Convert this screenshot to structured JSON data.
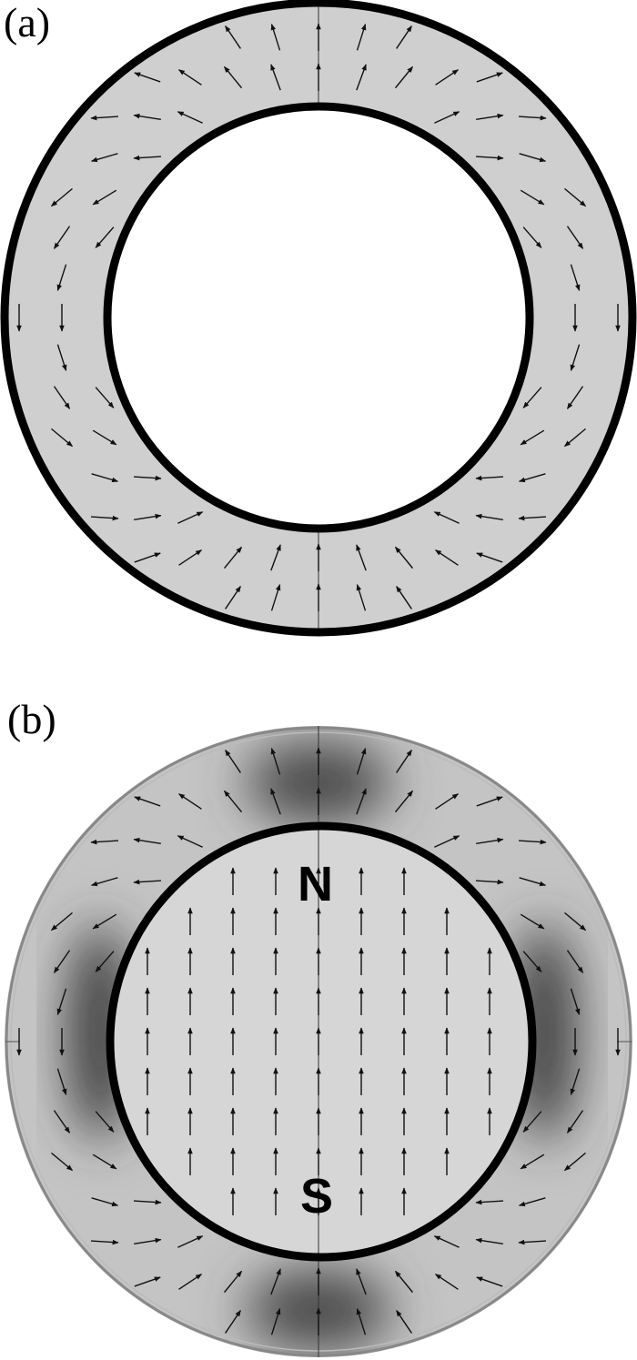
{
  "panels": [
    {
      "label": "(a)",
      "magnet_present": false
    },
    {
      "label": "(b)",
      "magnet_present": true,
      "north_label": "N",
      "south_label": "S"
    }
  ],
  "colors": {
    "annulus_fill": "#cfcfcf",
    "magnet_fill": "#d6d6d6",
    "dark_shade": "#4a4a4a",
    "outline": "#000000",
    "arrow": "#111111"
  },
  "field": {
    "type": "dipole-vector-field",
    "magnetization_direction": "up"
  }
}
